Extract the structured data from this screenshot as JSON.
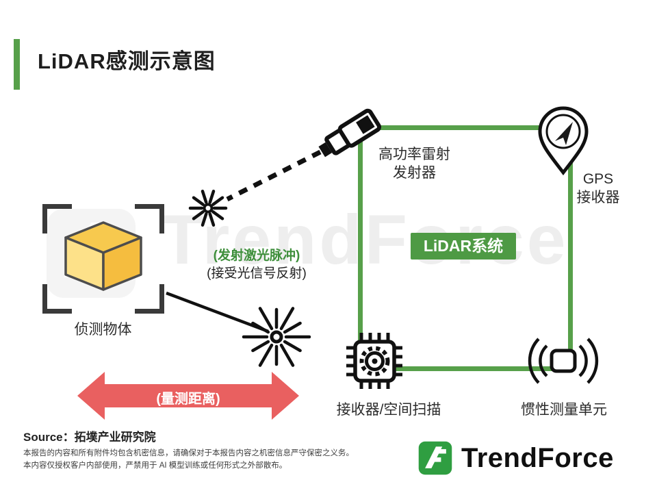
{
  "title": "LiDAR感测示意图",
  "diagram": {
    "system_badge": "LiDAR系统",
    "emitter_label1": "高功率雷射",
    "emitter_label2": "发射器",
    "gps_label1": "GPS",
    "gps_label2": "接收器",
    "receiver_label": "接收器/空间扫描",
    "imu_label": "惯性测量单元",
    "object_label": "侦测物体",
    "pulse_note": "(发射激光脉冲)",
    "reflect_note": "(接受光信号反射)",
    "distance_note": "(量测距离)"
  },
  "footer": {
    "source": "Source：拓墣产业研究院",
    "disclaimer1": "本报告的内容和所有附件均包含机密信息，请确保对于本报告内容之机密信息严守保密之义务。",
    "disclaimer2": "本内容仅授权客户内部使用，严禁用于 AI 模型训练或任何形式之外部散布。",
    "logo_text": "TrendForce"
  },
  "watermark": "TrendForce",
  "colors": {
    "accent_green": "#57a04a",
    "badge_green": "#4e9a44",
    "arrow_red": "#e96060",
    "cube_yellow_top": "#f7c94e",
    "cube_yellow_left": "#fde189",
    "cube_yellow_right": "#f5bd3f"
  }
}
